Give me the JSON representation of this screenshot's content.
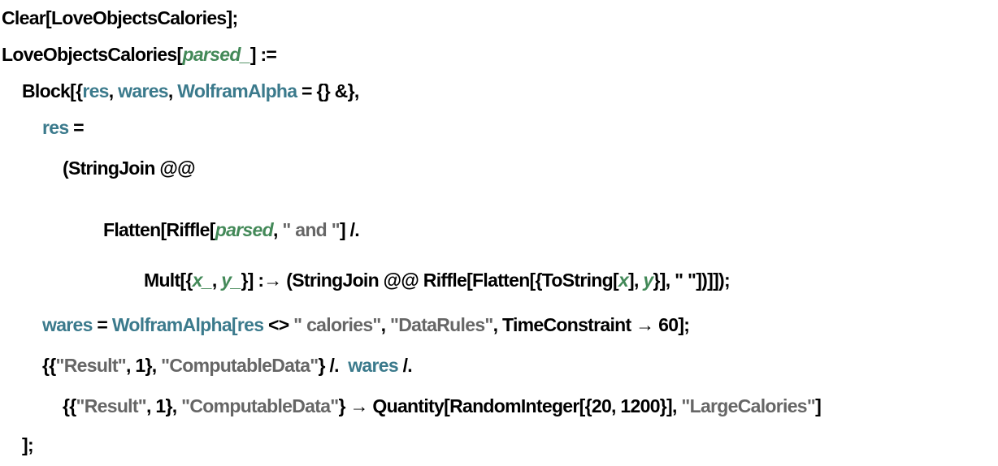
{
  "colors": {
    "keyword": "#000000",
    "local_variable": "#3b7a8c",
    "pattern": "#438958",
    "string": "#666666"
  },
  "lines": [
    {
      "tokens": [
        {
          "t": "Clear[LoveObjectsCalories];",
          "c": "k"
        }
      ]
    },
    {
      "tokens": [
        {
          "t": "LoveObjectsCalories[",
          "c": "k"
        },
        {
          "t": "parsed_",
          "c": "g"
        },
        {
          "t": "] :=",
          "c": "k"
        }
      ]
    },
    {
      "tokens": [
        {
          "t": "Block[{",
          "c": "k"
        },
        {
          "t": "res",
          "c": "t"
        },
        {
          "t": ", ",
          "c": "k"
        },
        {
          "t": "wares",
          "c": "t"
        },
        {
          "t": ", ",
          "c": "k"
        },
        {
          "t": "WolframAlpha",
          "c": "t"
        },
        {
          "t": " = {} &},",
          "c": "k"
        }
      ]
    },
    {
      "tokens": [
        {
          "t": "res",
          "c": "t"
        },
        {
          "t": " =",
          "c": "k"
        }
      ]
    },
    {
      "tokens": [
        {
          "t": "(StringJoin @@",
          "c": "k"
        }
      ]
    },
    {
      "tokens": [
        {
          "t": "Flatten[Riffle[",
          "c": "k"
        },
        {
          "t": "parsed",
          "c": "g"
        },
        {
          "t": ", ",
          "c": "k"
        },
        {
          "t": "\" and \"",
          "c": "s"
        },
        {
          "t": "] /.",
          "c": "k"
        }
      ]
    },
    {
      "tokens": [
        {
          "t": "Mult[{",
          "c": "k"
        },
        {
          "t": "x_",
          "c": "g"
        },
        {
          "t": ", ",
          "c": "k"
        },
        {
          "t": "y_",
          "c": "g"
        },
        {
          "t": "}] :→ (StringJoin @@ Riffle[Flatten[{ToString[",
          "c": "k"
        },
        {
          "t": "x",
          "c": "g"
        },
        {
          "t": "], ",
          "c": "k"
        },
        {
          "t": "y",
          "c": "g"
        },
        {
          "t": "}], ",
          "c": "k"
        },
        {
          "t": "\" \"",
          "c": "k"
        },
        {
          "t": "])]]);",
          "c": "k"
        }
      ]
    },
    {
      "tokens": [
        {
          "t": "wares",
          "c": "t"
        },
        {
          "t": " = ",
          "c": "k"
        },
        {
          "t": "WolframAlpha[",
          "c": "t"
        },
        {
          "t": "res",
          "c": "t"
        },
        {
          "t": " <> ",
          "c": "k"
        },
        {
          "t": "\" calories\"",
          "c": "s"
        },
        {
          "t": ", ",
          "c": "k"
        },
        {
          "t": "\"DataRules\"",
          "c": "s"
        },
        {
          "t": ", TimeConstraint → 60];",
          "c": "k"
        }
      ]
    },
    {
      "tokens": [
        {
          "t": "{{",
          "c": "k"
        },
        {
          "t": "\"Result\"",
          "c": "s"
        },
        {
          "t": ", 1}, ",
          "c": "k"
        },
        {
          "t": "\"ComputableData\"",
          "c": "s"
        },
        {
          "t": "} /.  ",
          "c": "k"
        },
        {
          "t": "wares",
          "c": "t"
        },
        {
          "t": " /.",
          "c": "k"
        }
      ]
    },
    {
      "tokens": [
        {
          "t": "{{",
          "c": "k"
        },
        {
          "t": "\"Result\"",
          "c": "s"
        },
        {
          "t": ", 1}, ",
          "c": "k"
        },
        {
          "t": "\"ComputableData\"",
          "c": "s"
        },
        {
          "t": "} → Quantity[RandomInteger[{20, 1200}], ",
          "c": "k"
        },
        {
          "t": "\"LargeCalories\"",
          "c": "s"
        },
        {
          "t": "]",
          "c": "k"
        }
      ]
    },
    {
      "tokens": [
        {
          "t": "];",
          "c": "k"
        }
      ]
    }
  ]
}
